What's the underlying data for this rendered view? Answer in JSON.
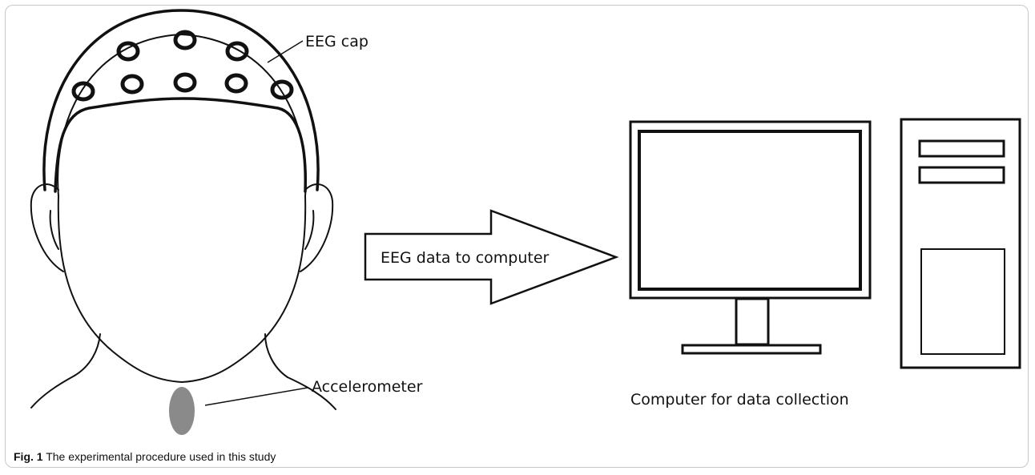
{
  "labels": {
    "eeg_cap": "EEG cap",
    "accelerometer": "Accelerometer",
    "arrow": "EEG data to computer",
    "computer": "Computer for data collection"
  },
  "caption": {
    "figure_label": "Fig. 1",
    "text": "The experimental procedure used in this study"
  },
  "colors": {
    "line": "#111111",
    "accelerometer_fill": "#8a8a8a",
    "border": "#c8c8c8"
  },
  "icons": [
    "head-silhouette",
    "eeg-cap",
    "electrode",
    "accelerometer-sensor",
    "arrow-right",
    "monitor",
    "pc-tower"
  ]
}
